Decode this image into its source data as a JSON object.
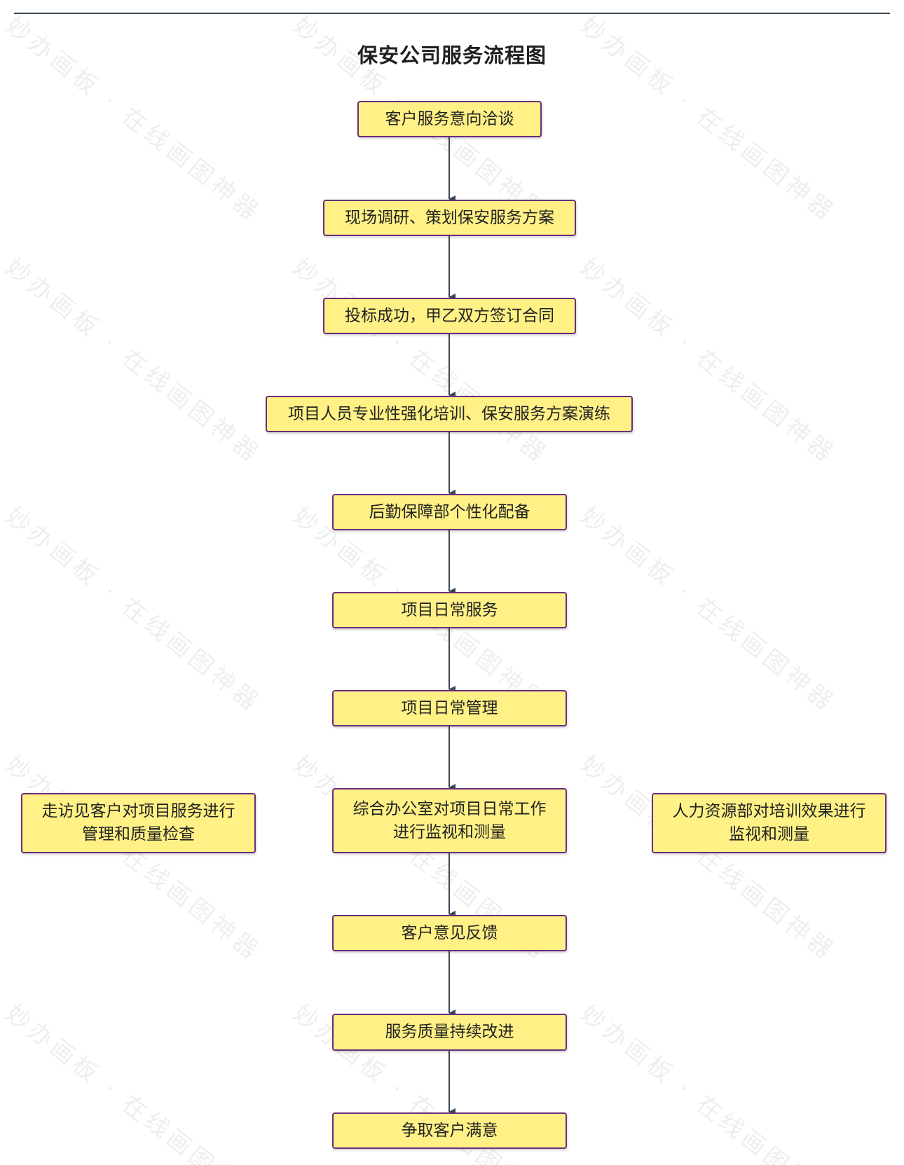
{
  "title": "保安公司服务流程图",
  "watermark": "妙办画板 · 在线画图神器",
  "colors": {
    "node_fill": "#fff186",
    "node_border": "#6b2d7c",
    "connector": "#3b4756",
    "text": "#222222"
  },
  "nodes": {
    "n1": "客户服务意向洽谈",
    "n2": "现场调研、策划保安服务方案",
    "n3": "投标成功，甲乙双方签订合同",
    "n4": "项目人员专业性强化培训、保安服务方案演练",
    "n5": "后勤保障部个性化配备",
    "n6": "项目日常服务",
    "n7": "项目日常管理",
    "n8_line1": "综合办公室对项目日常工作",
    "n8_line2": "进行监视和测量",
    "left_line1": "走访见客户对项目服务进行",
    "left_line2": "管理和质量检查",
    "right_line1": "人力资源部对培训效果进行",
    "right_line2": "监视和测量",
    "n9": "客户意见反馈",
    "n10": "服务质量持续改进",
    "n11": "争取客户满意"
  }
}
